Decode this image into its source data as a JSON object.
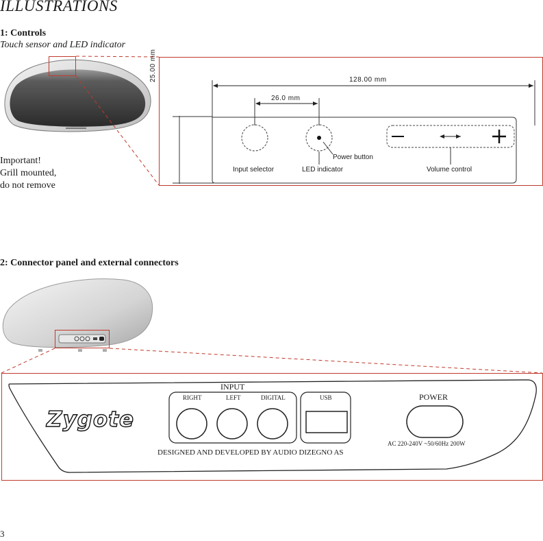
{
  "page": {
    "title": "ILLUSTRATIONS",
    "page_number": "3"
  },
  "section1": {
    "title": "1: Controls",
    "subtitle": "Touch sensor and LED indicator",
    "note": [
      "Important!",
      "Grill mounted,",
      "do not remove"
    ],
    "diagram": {
      "dim_width": "128.00 mm",
      "dim_spacing": "26.0 mm",
      "dim_height": "25.00 mm",
      "labels": {
        "input_selector": "Input selector",
        "led_indicator": "LED indicator",
        "power_button": "Power button",
        "volume_control": "Volume control"
      },
      "symbols": {
        "minus": "—",
        "plus": "+"
      }
    }
  },
  "section2": {
    "title": "2: Connector panel and external connectors",
    "panel": {
      "brand": "Zygote",
      "input_header": "INPUT",
      "inputs": [
        "RIGHT",
        "LEFT",
        "DIGITAL"
      ],
      "usb": "USB",
      "power": "POWER",
      "power_spec": "AC 220-240V ~50/60Hz 200W",
      "credit": "DESIGNED AND DEVELOPED BY AUDIO DIZEGNO AS"
    }
  },
  "colors": {
    "callout": "#c0392b",
    "ink": "#1a1a1a",
    "speaker_dark": "#3a3a3a",
    "speaker_light": "#dcdcdc"
  }
}
